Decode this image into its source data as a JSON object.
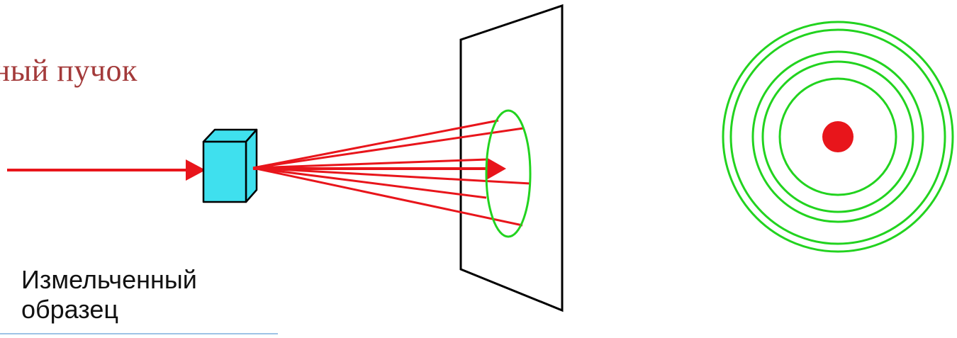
{
  "title": "ичный пучок",
  "sample_label": {
    "line1": "Измельченный",
    "line2": "образец"
  },
  "colors": {
    "beam": "#e8151b",
    "crystal_face": "#3fe0ee",
    "ring": "#22d31f",
    "screen_outline": "#000000",
    "title": "#a33a3a",
    "spot": "#e8151b"
  }
}
